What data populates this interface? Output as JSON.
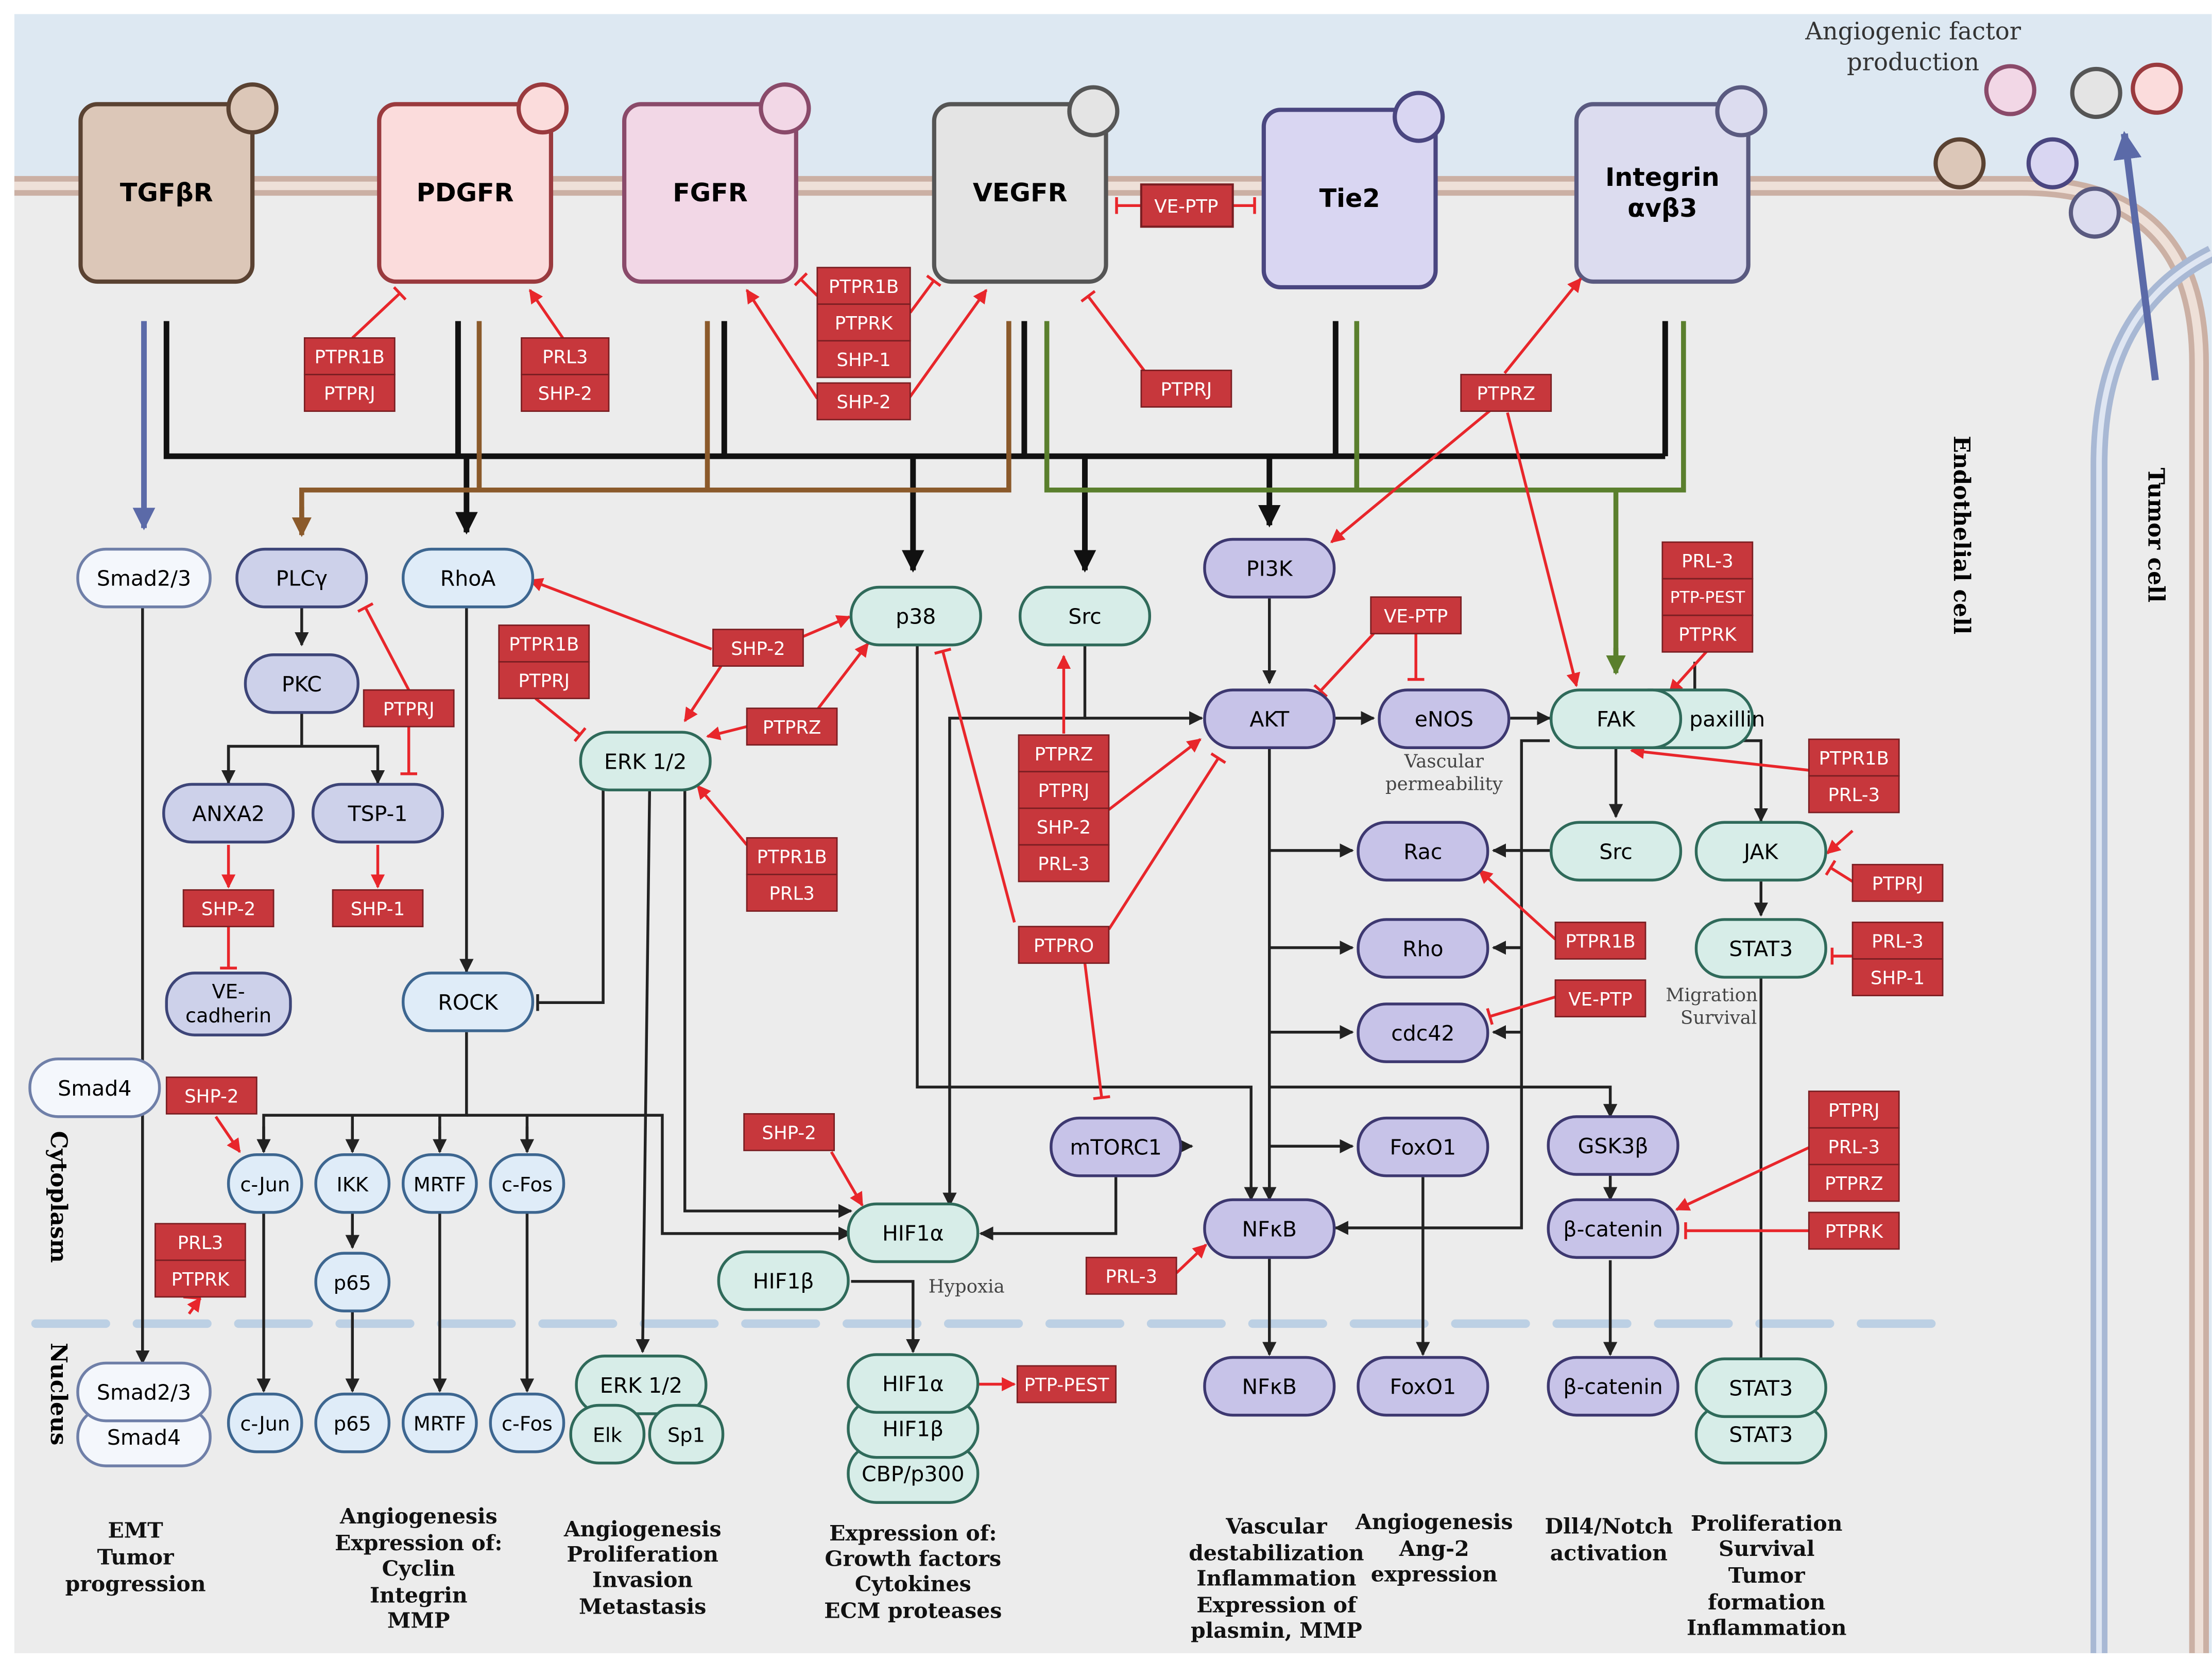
{
  "receptors": {
    "tgfbr": "TGFβR",
    "pdgfr": "PDGFR",
    "fgfr": "FGFR",
    "vegfr": "VEGFR",
    "tie2": "Tie2",
    "integrin_line1": "Integrin",
    "integrin_line2": "αvβ3"
  },
  "cytoplasm": {
    "smad23": "Smad2/3",
    "plcg": "PLCγ",
    "rhoa": "RhoA",
    "p38": "p38",
    "src_top": "Src",
    "pi3k": "PI3K",
    "pkc": "PKC",
    "erk12": "ERK 1/2",
    "akt": "AKT",
    "enos": "eNOS",
    "fak": "FAK",
    "paxillin": "paxillin",
    "anxa2": "ANXA2",
    "tsp1": "TSP-1",
    "rac": "Rac",
    "src_mid": "Src",
    "jak": "JAK",
    "ve_cadherin_line1": "VE-",
    "ve_cadherin_line2": "cadherin",
    "rock": "ROCK",
    "rho": "Rho",
    "stat3": "STAT3",
    "cdc42": "cdc42",
    "smad4": "Smad4",
    "cjun": "c-Jun",
    "ikk": "IKK",
    "mrtf": "MRTF",
    "cfos": "c-Fos",
    "hif1a": "HIF1α",
    "mtorc1": "mTORC1",
    "foxo1": "FoxO1",
    "gsk3b": "GSK3β",
    "p65": "p65",
    "nfkb": "NFκB",
    "bcatenin": "β-catenin",
    "hif1b": "HIF1β"
  },
  "nucleus": {
    "smad23": "Smad2/3",
    "smad4": "Smad4",
    "cjun": "c-Jun",
    "p65": "p65",
    "mrtf": "MRTF",
    "cfos": "c-Fos",
    "erk12": "ERK 1/2",
    "elk": "Elk",
    "sp1": "Sp1",
    "hif1a": "HIF1α",
    "hif1b": "HIF1β",
    "cbp": "CBP/p300",
    "nfkb": "NFκB",
    "foxo1": "FoxO1",
    "bcatenin": "β-catenin",
    "stat3a": "STAT3",
    "stat3b": "STAT3"
  },
  "phosphatases": {
    "veptp_top": "VE-PTP",
    "pdgfr_ptpr1b": "PTPR1B",
    "pdgfr_ptprj": "PTPRJ",
    "pdgfr_prl3": "PRL3",
    "pdgfr_shp2": "SHP-2",
    "vegfr_ptpr1b": "PTPR1B",
    "vegfr_ptprk": "PTPRK",
    "vegfr_shp1": "SHP-1",
    "vegfr_shp2": "SHP-2",
    "vegfr_ptprj": "PTPRJ",
    "int_ptprz": "PTPRZ",
    "fak_prl3": "PRL-3",
    "fak_ptppest": "PTP-PEST",
    "fak_ptprk": "PTPRK",
    "akt_veptp": "VE-PTP",
    "p38_shp2": "SHP-2",
    "erk_ptpr1b": "PTPR1B",
    "erk_ptprj": "PTPRJ",
    "erk_ptprz": "PTPRZ",
    "plc_ptprj": "PTPRJ",
    "akt_ptprz": "PTPRZ",
    "akt_ptprj": "PTPRJ",
    "akt_shp2": "SHP-2",
    "akt_prl3": "PRL-3",
    "erk_ptpr1b2": "PTPR1B",
    "erk_prl3": "PRL3",
    "fakb_ptpr1b": "PTPR1B",
    "fakb_prl3": "PRL-3",
    "anxa_shp2": "SHP-2",
    "tsp_shp1": "SHP-1",
    "jak_ptprj": "PTPRJ",
    "ptpro": "PTPRO",
    "rac_ptpr1b": "PTPR1B",
    "stat_prl3": "PRL-3",
    "stat_shp1": "SHP-1",
    "cdc_veptp": "VE-PTP",
    "cjun_shp2": "SHP-2",
    "hif_shp2": "SHP-2",
    "bcat_ptprj": "PTPRJ",
    "bcat_prl3": "PRL-3",
    "bcat_ptprz": "PTPRZ",
    "bcat_ptprk": "PTPRK",
    "smad_prl3": "PRL3",
    "smad_ptprk": "PTPRK",
    "nfkb_prl3": "PRL-3",
    "hif_ptppest": "PTP-PEST"
  },
  "labels": {
    "angio_factor_line1": "Angiogenic factor",
    "angio_factor_line2": "production",
    "endothelial": "Endothelial cell",
    "tumor": "Tumor cell",
    "cytoplasm": "Cytoplasm",
    "nucleus": "Nucleus",
    "vascular_line1": "Vascular",
    "vascular_line2": "permeability",
    "hypoxia": "Hypoxia",
    "migration": "Migration",
    "survival": "Survival"
  },
  "outcomes": {
    "emt": [
      "EMT",
      "Tumor",
      "progression"
    ],
    "angio1": [
      "Angiogenesis",
      "Expression of:",
      "Cyclin",
      "Integrin",
      "MMP"
    ],
    "angio2": [
      "Angiogenesis",
      "Proliferation",
      "Invasion",
      "Metastasis"
    ],
    "expression": [
      "Expression of:",
      "Growth factors",
      "Cytokines",
      "ECM proteases"
    ],
    "vascular": [
      "Vascular",
      "destabilization",
      "Inflammation",
      "Expression of",
      "plasmin, MMP"
    ],
    "ang2": [
      "Angiogenesis",
      "Ang-2",
      "expression"
    ],
    "dll4": [
      "Dll4/Notch",
      "activation"
    ],
    "prolif": [
      "Proliferation",
      "Survival",
      "Tumor",
      "formation",
      "Inflammation"
    ]
  },
  "colors": {
    "extracellular": "#dde8f2",
    "cytoplasm": "#ececec",
    "membrane": "#d6bfb5",
    "phosphatase": "#c7373c",
    "inhibit": "#e8262b",
    "backbone": "#111111",
    "brown": "#8b5a2b",
    "green": "#5a7f2d",
    "blue_arrow": "#5b6aa8",
    "tgfbr": "#dcc7b8",
    "pdgfr": "#fbdcdc",
    "fgfr": "#f2d7e6",
    "vegfr": "#e4e4e4",
    "tie2": "#d9d6f2",
    "integrin": "#dcdcef",
    "node_purple": "#c7c3e8",
    "node_blue": "#dfecf8",
    "node_teal": "#d7ede8",
    "node_lavender": "#cdd1ea"
  }
}
